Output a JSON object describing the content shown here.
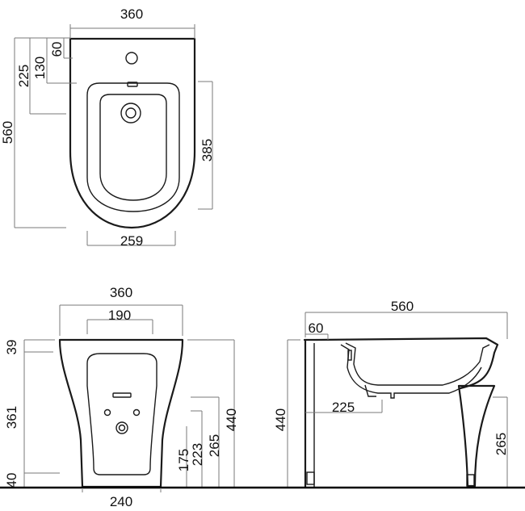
{
  "top_view": {
    "width": "360",
    "tap_offset": "60",
    "bowl_offset": "130",
    "rim_offset": "225",
    "length": "560",
    "bowl_length": "385",
    "bowl_width": "259"
  },
  "front_view": {
    "width": "360",
    "top_width": "190",
    "rim_height": "39",
    "body_height": "361",
    "base_height": "40",
    "overall_height": "440",
    "outlet_height_1": "175",
    "outlet_height_2": "223",
    "outlet_height_3": "265",
    "base_width": "240"
  },
  "side_view": {
    "depth": "560",
    "tap_offset": "60",
    "outlet_depth": "225",
    "height": "440",
    "outlet_height": "265"
  }
}
